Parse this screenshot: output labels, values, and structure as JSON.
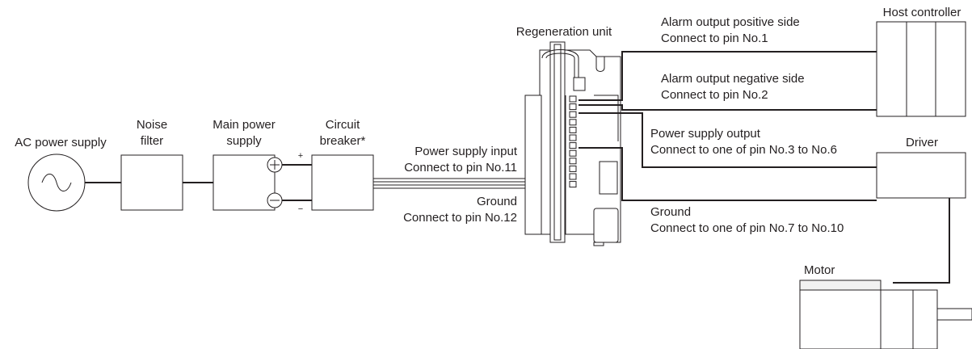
{
  "components": {
    "ac_power_supply": "AC power supply",
    "noise_filter": [
      "Noise",
      "filter"
    ],
    "main_power_supply": [
      "Main power",
      "supply"
    ],
    "circuit_breaker": [
      "Circuit",
      "breaker*"
    ],
    "regeneration_unit": "Regeneration unit",
    "host_controller": "Host controller",
    "driver": "Driver",
    "motor": "Motor"
  },
  "terminals": {
    "positive": "+",
    "negative": "−"
  },
  "connections": {
    "power_input": [
      "Power supply input",
      "Connect to pin No.11"
    ],
    "ground_input": [
      "Ground",
      "Connect to pin No.12"
    ],
    "alarm_positive": [
      "Alarm output positive side",
      "Connect to pin No.1"
    ],
    "alarm_negative": [
      "Alarm output negative side",
      "Connect to pin No.2"
    ],
    "power_output": [
      "Power supply output",
      "Connect to one of pin No.3 to No.6"
    ],
    "ground_output": [
      "Ground",
      "Connect to one of pin No.7 to No.10"
    ]
  }
}
